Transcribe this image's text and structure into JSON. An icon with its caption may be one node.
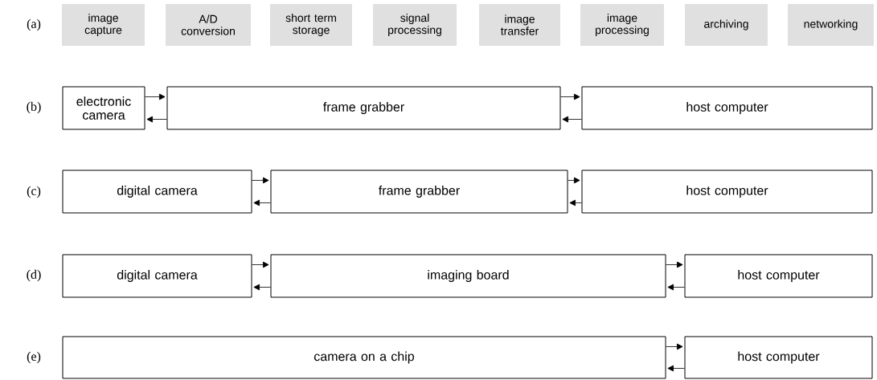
{
  "diagram": {
    "nodes": [
      {
        "text": [
          "image capture"
        ]
      },
      {
        "text": [
          "A/D conversion"
        ]
      },
      {
        "text": [
          "short term storage"
        ]
      },
      {
        "text": [
          "signal processing"
        ]
      },
      {
        "text": [
          "image transfer"
        ]
      },
      {
        "text": [
          "image processing"
        ]
      },
      {
        "text": [
          "archiving"
        ]
      },
      {
        "text": [
          "networking"
        ]
      },
      {
        "text": [
          "electronic camera"
        ]
      },
      {
        "text": [
          "frame grabber"
        ]
      },
      {
        "text": [
          "host computer"
        ]
      },
      {
        "text": [
          "digital camera"
        ]
      },
      {
        "text": [
          "frame grabber"
        ]
      },
      {
        "text": [
          "host computer"
        ]
      },
      {
        "text": [
          "digital camera"
        ]
      },
      {
        "text": [
          "imaging board"
        ]
      },
      {
        "text": [
          "host computer"
        ]
      },
      {
        "text": [
          "camera on a chip"
        ]
      },
      {
        "text": [
          "host computer"
        ]
      }
    ],
    "edges": [
      {
        "from": 8,
        "to": 9,
        "arrow": "to"
      },
      {
        "from": 9,
        "to": 8,
        "arrow": "to"
      },
      {
        "from": 9,
        "to": 10,
        "arrow": "to"
      },
      {
        "from": 10,
        "to": 9,
        "arrow": "to"
      },
      {
        "from": 11,
        "to": 12,
        "arrow": "to"
      },
      {
        "from": 12,
        "to": 11,
        "arrow": "to"
      },
      {
        "from": 12,
        "to": 13,
        "arrow": "to"
      },
      {
        "from": 13,
        "to": 12,
        "arrow": "to"
      },
      {
        "from": 14,
        "to": 15,
        "arrow": "to"
      },
      {
        "from": 15,
        "to": 14,
        "arrow": "to"
      },
      {
        "from": 15,
        "to": 16,
        "arrow": "to"
      },
      {
        "from": 16,
        "to": 15,
        "arrow": "to"
      },
      {
        "from": 17,
        "to": 18,
        "arrow": "to"
      },
      {
        "from": 18,
        "to": 17,
        "arrow": "to"
      }
    ],
    "labels": [
      "(a)",
      "(b)",
      "(c)",
      "(d)",
      "(e)"
    ]
  }
}
